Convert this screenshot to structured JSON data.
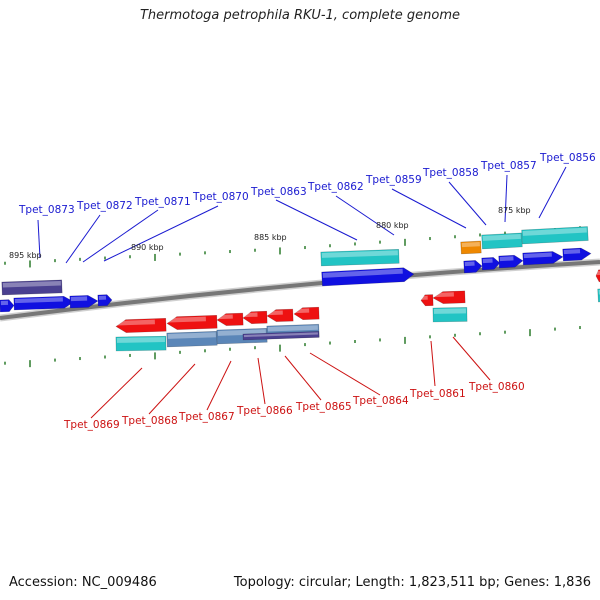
{
  "title": "Thermotoga petrophila RKU-1, complete genome",
  "footer": {
    "accession": "Accession: NC_009486",
    "topology": "Topology: circular; Length: 1,823,511 bp; Genes: 1,836"
  },
  "colors": {
    "label_top": "#1a1ad0",
    "label_bottom": "#cc1111",
    "backbone": "#777777",
    "tick": "#2b7a2b",
    "gene_blue": "#1010e0",
    "gene_red": "#ee1111",
    "feature_cyan": "#22c4c4",
    "feature_steel": "#5b86b8",
    "feature_purple": "#4a4090",
    "feature_orange": "#ee8800"
  },
  "scale_labels": [
    "895 kbp",
    "890 kbp",
    "885 kbp",
    "880 kbp",
    "875 kbp"
  ],
  "top_genes": [
    "Tpet_0873",
    "Tpet_0872",
    "Tpet_0871",
    "Tpet_0870",
    "Tpet_0863",
    "Tpet_0862",
    "Tpet_0859",
    "Tpet_0858",
    "Tpet_0857",
    "Tpet_0856"
  ],
  "bottom_genes": [
    "Tpet_0869",
    "Tpet_0868",
    "Tpet_0867",
    "Tpet_0866",
    "Tpet_0865",
    "Tpet_0864",
    "Tpet_0861",
    "Tpet_0860"
  ]
}
